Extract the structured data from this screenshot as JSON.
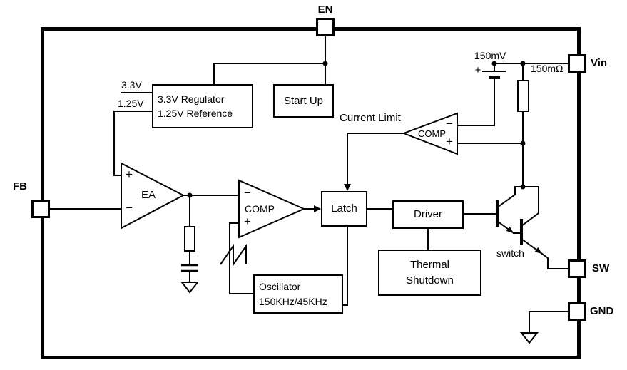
{
  "pins": {
    "en": "EN",
    "vin": "Vin",
    "fb": "FB",
    "sw": "SW",
    "gnd": "GND"
  },
  "blocks": {
    "regulator": {
      "line1": "3.3V Regulator",
      "line2": "1.25V Reference"
    },
    "startup": "Start Up",
    "latch": "Latch",
    "driver": "Driver",
    "thermal": {
      "line1": "Thermal",
      "line2": "Shutdown"
    },
    "oscillator": {
      "line1": "Oscillator",
      "line2": "150KHz/45KHz"
    }
  },
  "amplifiers": {
    "error_amp": {
      "label": "EA"
    },
    "pwm_comparator": {
      "label": "COMP"
    },
    "current_limit_comparator": {
      "label": "COMP",
      "title": "Current Limit"
    }
  },
  "signs": {
    "plus": "+",
    "minus": "−"
  },
  "annotations": {
    "rail_3v3": "3.3V",
    "ref_1v25": "1.25V",
    "current_threshold": "150mV",
    "sense_resistor": "150mΩ",
    "switch_label": "switch"
  },
  "colors": {
    "line": "#000000",
    "background": "#ffffff"
  }
}
